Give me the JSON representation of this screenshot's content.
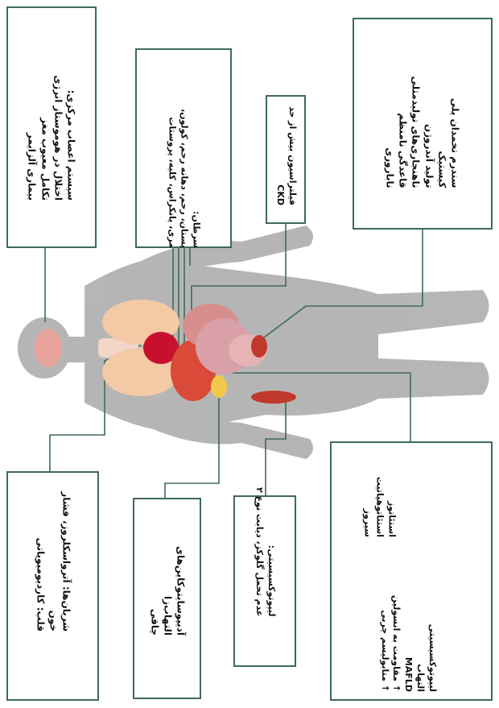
{
  "labels": {
    "cns": {
      "title": "سیستم اعصاب مرکزی:",
      "lines": [
        "اختلال در هوموستاز انرژی",
        "تکامل معیوب مغز",
        "بیماری آلزایمر"
      ]
    },
    "cancer": {
      "title": "سرطان:",
      "lines": [
        "پستان، رحم، دهانه رحم، کولون،",
        "مری، پانکراس، کلیه، پروستات"
      ]
    },
    "ckd": {
      "lines": [
        "فیلتراسیون بیش از حد",
        "CKD"
      ]
    },
    "pcos": {
      "title": "سندرم تخمدان پلی",
      "lines": [
        "کیستیک",
        "تولید آندروژن",
        "ناهنجاری‌های تولیدمثلی",
        "قاعدگی نامنظم",
        "ناباروری"
      ]
    },
    "cardio": {
      "lines": [
        "شریان‌ها: آترواسکلروز، فشار",
        "خون",
        "قلب: کاردیومیوپاتی"
      ]
    },
    "adipose": {
      "lines": [
        "آدیپوسایتوکاین‌های",
        "التهاب‌زا",
        "چاقی"
      ]
    },
    "muscle": {
      "title": "لیپوتوکسیسیتی:",
      "lines": [
        "عدم تحمل گلوکز، دیابت نوع ۲"
      ]
    },
    "liver": {
      "right_lines": [
        "استئاتوز",
        "استئاتوهپاتیت",
        "سیروز"
      ],
      "left_lines": [
        "لیپوتوکسیسیتی",
        "التهاب",
        "MAFLD",
        "↑ مقاومت به انسولین",
        "↑ متابولیسم چربی"
      ]
    }
  },
  "colors": {
    "accent": "#3e6b55",
    "silhouette": "#a9a9a9",
    "organ": "#e07a5f",
    "organ_dark": "#c0392b"
  }
}
